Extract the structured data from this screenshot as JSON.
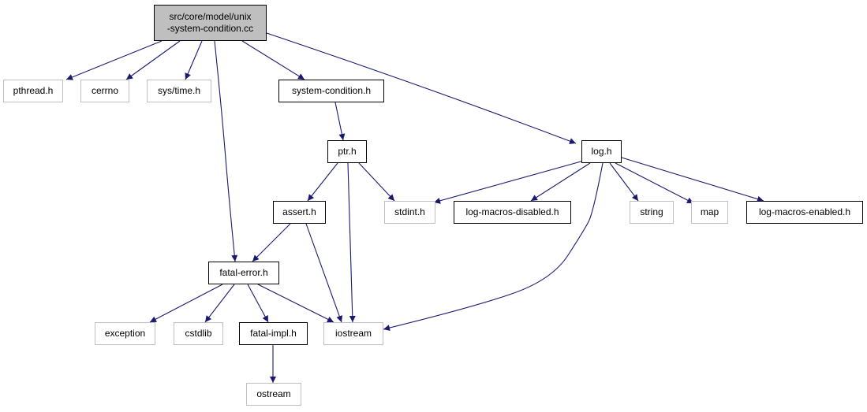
{
  "graph": {
    "edge_color": "#191970",
    "root_fill": "#bfbfbf",
    "external_border": "#bfbfbf",
    "documented_border": "#000000"
  },
  "nodes": {
    "root": {
      "line1": "src/core/model/unix",
      "line2": "-system-condition.cc",
      "kind": "root"
    },
    "pthread": {
      "label": "pthread.h",
      "kind": "external"
    },
    "cerrno": {
      "label": "cerrno",
      "kind": "external"
    },
    "systime": {
      "label": "sys/time.h",
      "kind": "external"
    },
    "syscond": {
      "label": "system-condition.h",
      "kind": "documented"
    },
    "log": {
      "label": "log.h",
      "kind": "documented"
    },
    "ptr": {
      "label": "ptr.h",
      "kind": "documented"
    },
    "assert": {
      "label": "assert.h",
      "kind": "documented"
    },
    "stdint": {
      "label": "stdint.h",
      "kind": "external"
    },
    "macrosdis": {
      "label": "log-macros-disabled.h",
      "kind": "documented"
    },
    "string": {
      "label": "string",
      "kind": "external"
    },
    "map": {
      "label": "map",
      "kind": "external"
    },
    "macrosen": {
      "label": "log-macros-enabled.h",
      "kind": "documented"
    },
    "fatalerror": {
      "label": "fatal-error.h",
      "kind": "documented"
    },
    "exception": {
      "label": "exception",
      "kind": "external"
    },
    "cstdlib": {
      "label": "cstdlib",
      "kind": "external"
    },
    "fatalimpl": {
      "label": "fatal-impl.h",
      "kind": "documented"
    },
    "iostream": {
      "label": "iostream",
      "kind": "external"
    },
    "ostream": {
      "label": "ostream",
      "kind": "external"
    }
  },
  "edges": [
    [
      "root",
      "pthread"
    ],
    [
      "root",
      "cerrno"
    ],
    [
      "root",
      "systime"
    ],
    [
      "root",
      "fatalerror"
    ],
    [
      "root",
      "syscond"
    ],
    [
      "root",
      "log"
    ],
    [
      "syscond",
      "ptr"
    ],
    [
      "ptr",
      "assert"
    ],
    [
      "ptr",
      "iostream"
    ],
    [
      "ptr",
      "stdint"
    ],
    [
      "assert",
      "fatalerror"
    ],
    [
      "assert",
      "iostream"
    ],
    [
      "log",
      "stdint"
    ],
    [
      "log",
      "macrosdis"
    ],
    [
      "log",
      "iostream"
    ],
    [
      "log",
      "string"
    ],
    [
      "log",
      "map"
    ],
    [
      "log",
      "macrosen"
    ],
    [
      "fatalerror",
      "exception"
    ],
    [
      "fatalerror",
      "cstdlib"
    ],
    [
      "fatalerror",
      "fatalimpl"
    ],
    [
      "fatalerror",
      "iostream"
    ],
    [
      "fatalimpl",
      "ostream"
    ]
  ]
}
